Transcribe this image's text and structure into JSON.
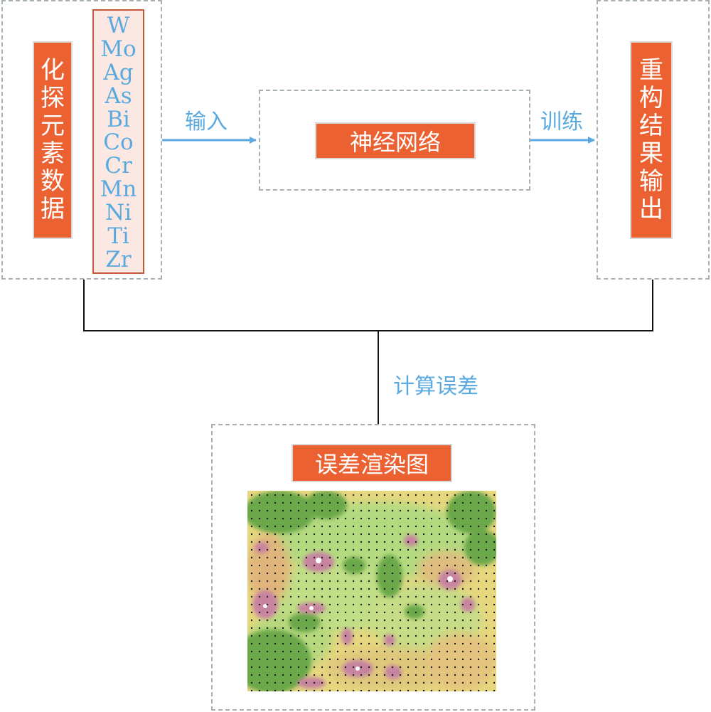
{
  "input_box": {
    "title_chars": [
      "化",
      "探",
      "元",
      "素",
      "数",
      "据"
    ],
    "elements": [
      "W",
      "Mo",
      "Ag",
      "As",
      "Bi",
      "Co",
      "Cr",
      "Mn",
      "Ni",
      "Ti",
      "Zr"
    ]
  },
  "arrow_input_label": "输入",
  "network_label": "神经网络",
  "arrow_train_label": "训练",
  "output_box": {
    "title_chars": [
      "重",
      "构",
      "结",
      "果",
      "输",
      "出"
    ]
  },
  "error_calc_label": "计算误差",
  "render_box": {
    "title": "误差渲染图"
  },
  "colors": {
    "label_fill": "#ec6132",
    "arrow_blue": "#5aaae0",
    "dashed_border": "#a7b0b4",
    "element_list_border": "#c65a3a",
    "element_list_fill": "#fce8e2"
  }
}
